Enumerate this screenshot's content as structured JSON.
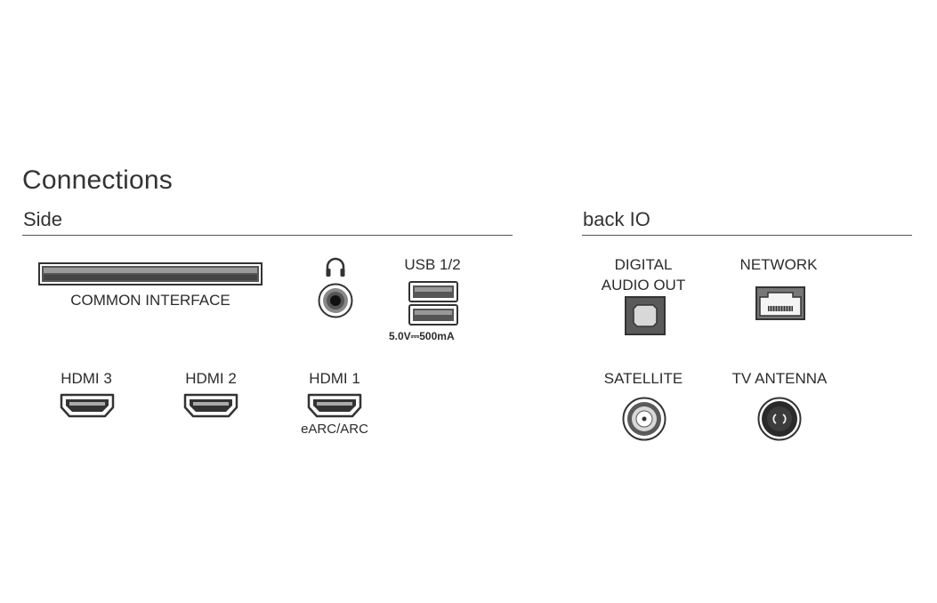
{
  "title": "Connections",
  "sections": {
    "side": "Side",
    "back": "back IO"
  },
  "ports": {
    "common_interface": "COMMON INTERFACE",
    "usb": "USB 1/2",
    "usb_spec": "5.0V⎓500mA",
    "hdmi3": "HDMI 3",
    "hdmi2": "HDMI 2",
    "hdmi1": "HDMI 1",
    "hdmi1_sub": "eARC/ARC",
    "digital_audio_out_1": "DIGITAL",
    "digital_audio_out_2": "AUDIO OUT",
    "network": "NETWORK",
    "satellite": "SATELLITE",
    "tv_antenna": "TV ANTENNA"
  },
  "icons": {
    "headphone": "headphone-icon",
    "ci_slot": "ci-slot-icon",
    "usb": "usb-port-icon",
    "hdmi": "hdmi-port-icon",
    "optical": "optical-port-icon",
    "ethernet": "ethernet-port-icon",
    "coax": "coax-port-icon"
  }
}
